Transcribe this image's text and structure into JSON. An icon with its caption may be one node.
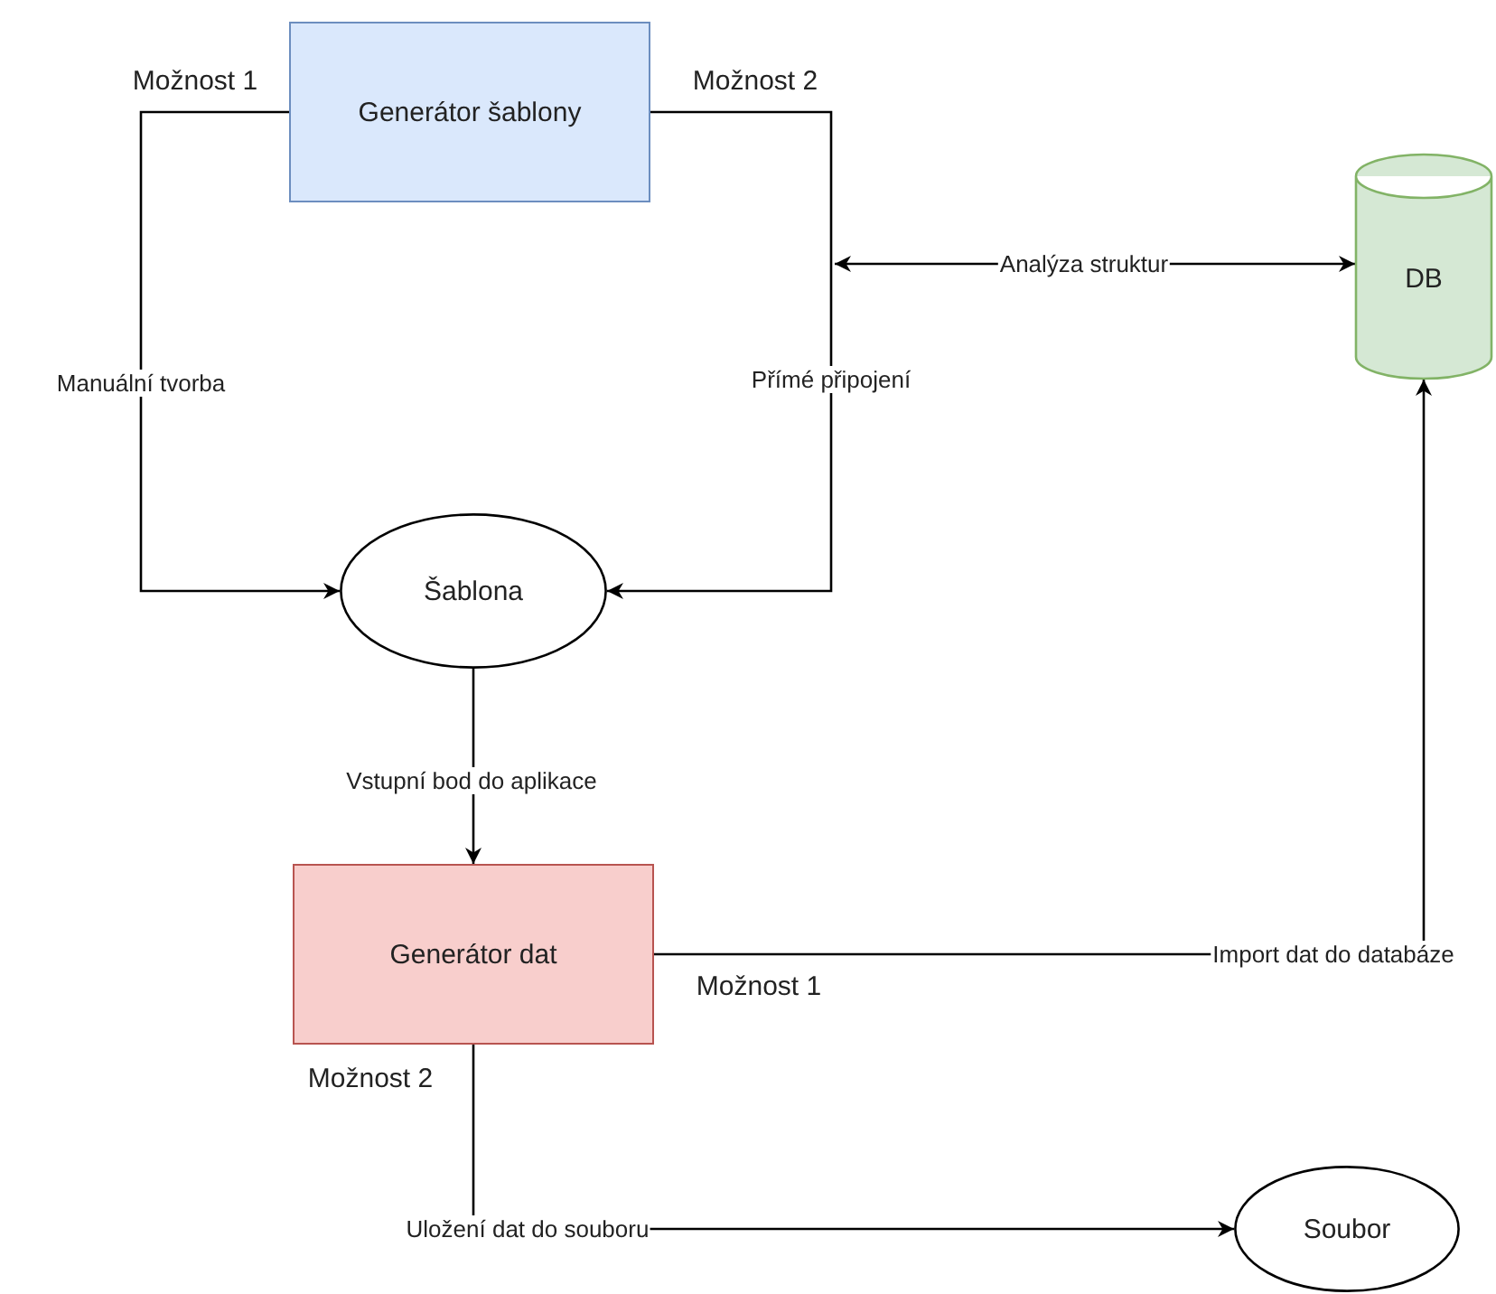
{
  "diagram": {
    "nodes": [
      {
        "text": [
          "Generátor šablony"
        ]
      },
      {
        "text": [
          "DB"
        ]
      },
      {
        "text": [
          "Šablona"
        ]
      },
      {
        "text": [
          "Generátor dat"
        ]
      },
      {
        "text": [
          "Soubor"
        ]
      }
    ],
    "edges": [
      {
        "from": 0,
        "to": 2,
        "arrow": "to",
        "label": "Manuální tvorba"
      },
      {
        "from": 0,
        "to": 2,
        "arrow": "to",
        "label": "Přímé připojení"
      },
      {
        "from": null,
        "to": 1,
        "arrow": "both",
        "label": "Analýza struktur"
      },
      {
        "from": 2,
        "to": 3,
        "arrow": "to",
        "label": "Vstupní bod do aplikace"
      },
      {
        "from": 3,
        "to": 1,
        "arrow": "to",
        "label": "Import dat do databáze"
      },
      {
        "from": 3,
        "to": 4,
        "arrow": "to",
        "label": "Uložení dat do souboru"
      }
    ],
    "labels": [
      "Možnost 1",
      "Možnost 2",
      "Možnost 1",
      "Možnost 2"
    ]
  }
}
